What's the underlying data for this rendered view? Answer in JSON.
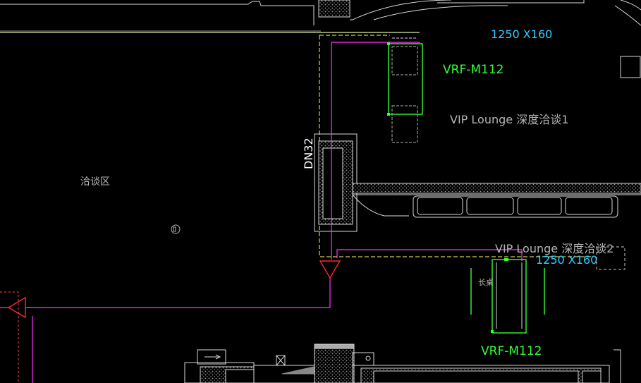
{
  "colors": {
    "background": "#000000",
    "wall": "#d8d8d8",
    "hatch": "#8a8a8a",
    "pipe": "#ff33ff",
    "equipment": "#33ff33",
    "dim_text": "#33ccff",
    "room_text": "#b4b4b4",
    "valve": "#ff2a2a",
    "dashed": "#ffff66"
  },
  "labels": {
    "duct_size_1": "1250 X160",
    "unit_1": "VRF-M112",
    "room_1": "VIP Lounge 深度洽谈1",
    "pipe_size": "DN32",
    "area_1": "洽谈区",
    "room_2": "VIP Lounge 深度洽谈2",
    "duct_size_2": "1250 X160",
    "table_label": "长桌",
    "unit_2": "VRF-M112"
  }
}
